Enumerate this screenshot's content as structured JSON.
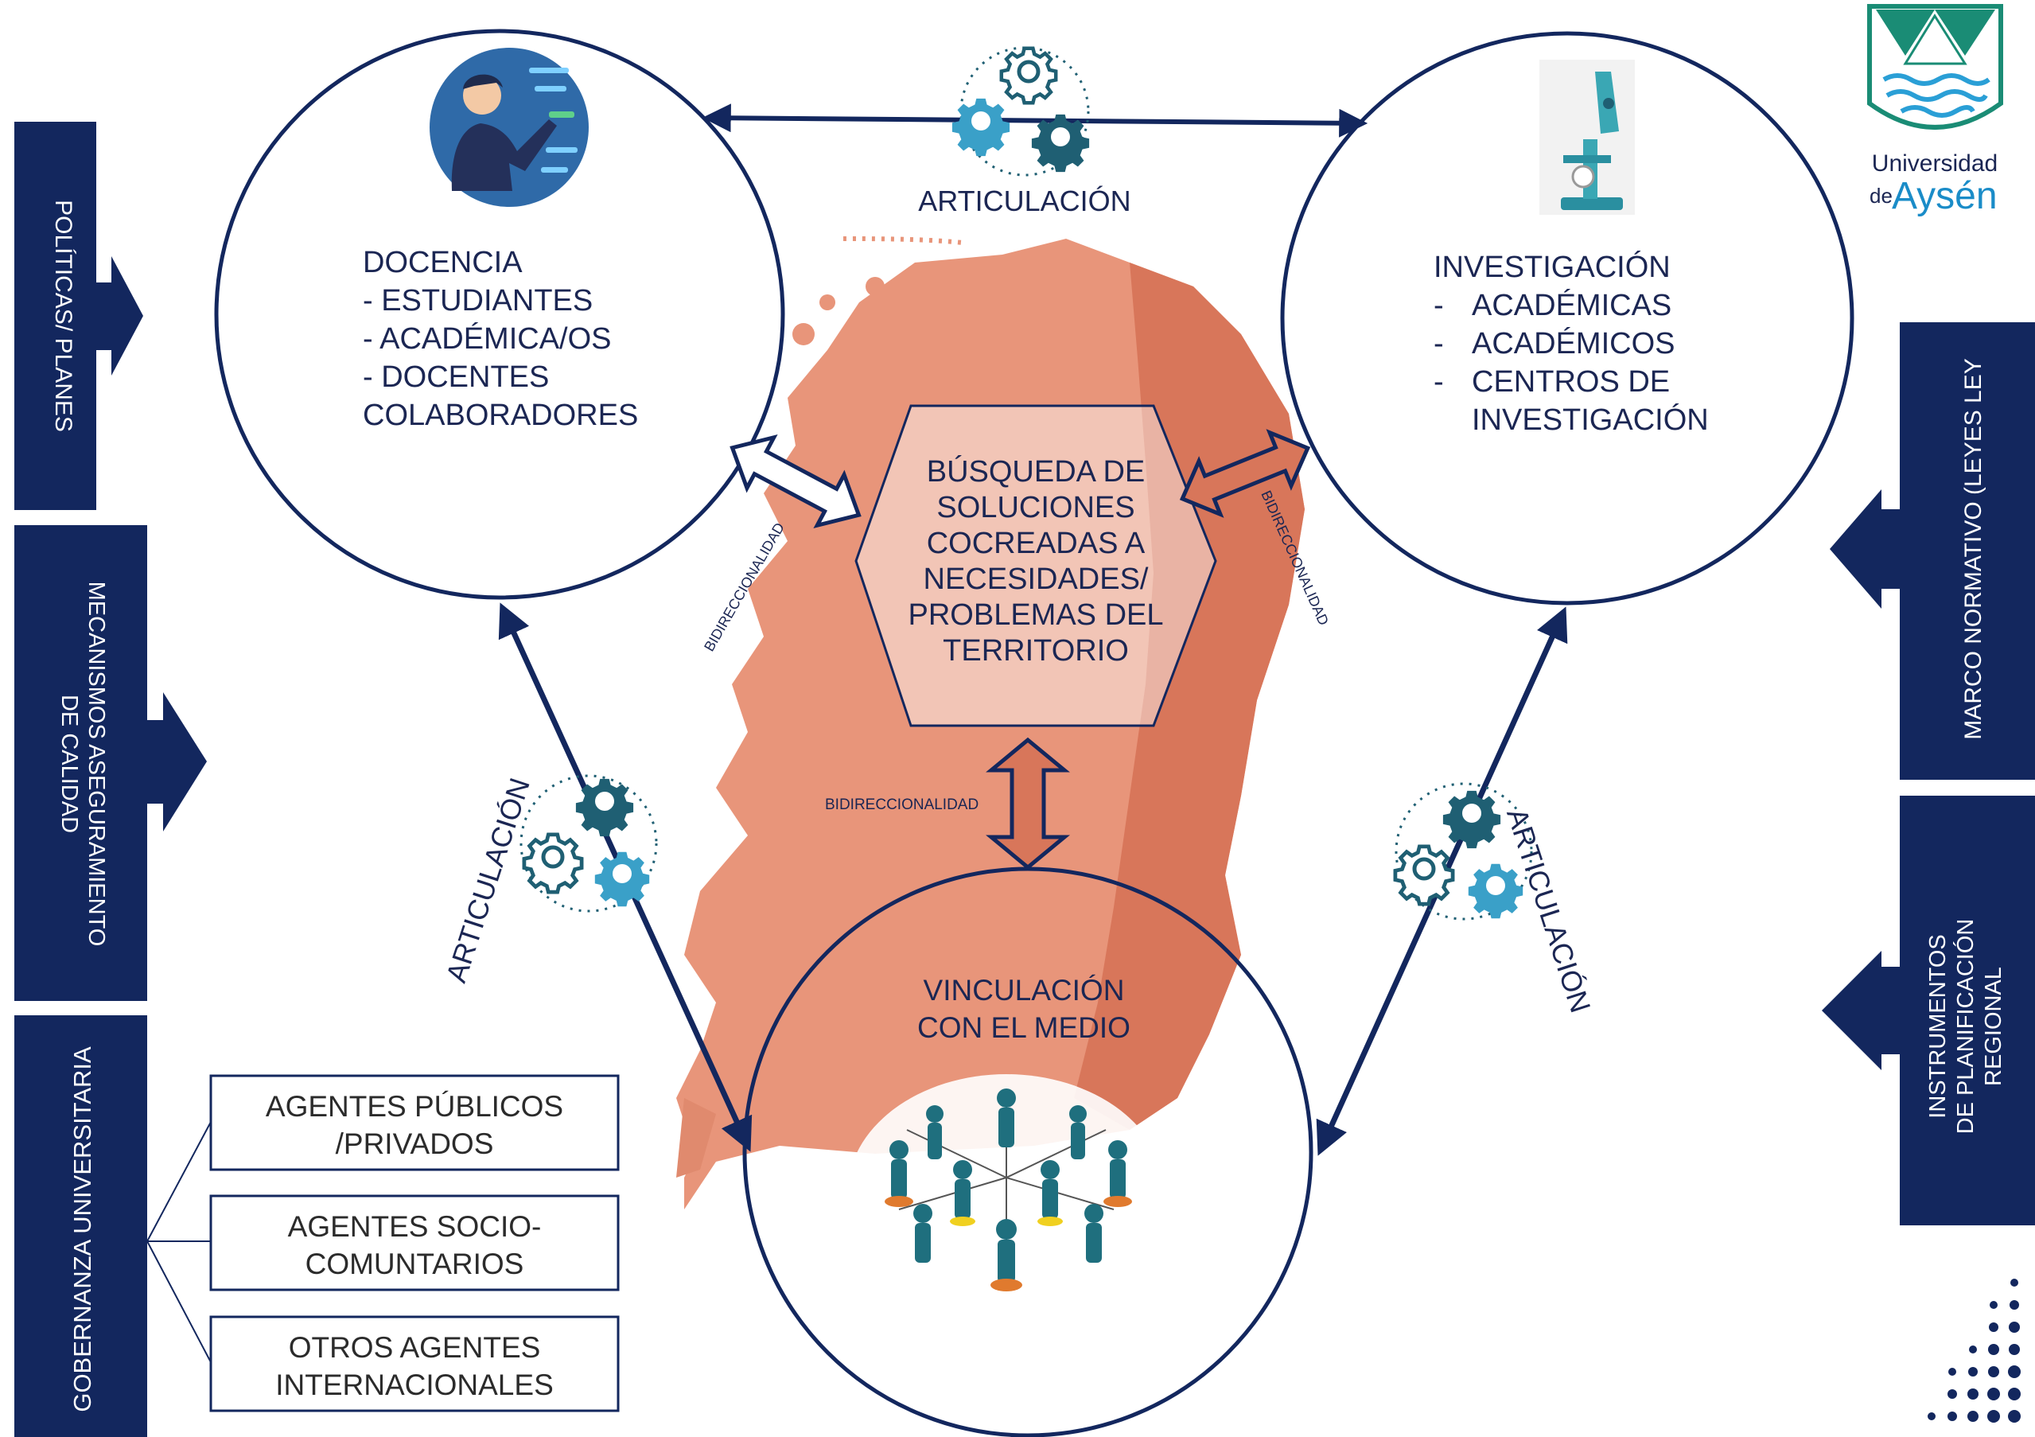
{
  "left_panels": {
    "politicas": "POLÍTICAS/ PLANES",
    "mecanismos_line1": "MECANISMOS ASEGURAMIENTO",
    "mecanismos_line2": "DE CALIDAD",
    "gobernanza": "GOBERNANZA UNIVERSITARIA"
  },
  "right_panels": {
    "marco": "MARCO NORMATIVO (LEYES LEY",
    "instrumentos_line1": "INSTRUMENTOS",
    "instrumentos_line2": "DE PLANIFICACIÓN",
    "instrumentos_line3": "REGIONAL"
  },
  "logo": {
    "line1": "Universidad",
    "line2_prefix": "de",
    "line2_main": "Aysén"
  },
  "docencia": {
    "title": "DOCENCIA",
    "items": [
      "- ESTUDIANTES",
      "- ACADÉMICA/OS",
      "- DOCENTES",
      "COLABORADORES"
    ]
  },
  "investigacion": {
    "title": "INVESTIGACIÓN",
    "items": [
      "ACADÉMICAS",
      "ACADÉMICOS",
      "CENTROS DE",
      "INVESTIGACIÓN"
    ],
    "bullet": "-"
  },
  "vinculacion": {
    "line1": "VINCULACIÓN",
    "line2": "CON EL MEDIO"
  },
  "center": {
    "lines": [
      "BÚSQUEDA DE",
      "SOLUCIONES",
      "COCREADAS A",
      "NECESIDADES/",
      "PROBLEMAS DEL",
      "TERRITORIO"
    ]
  },
  "labels": {
    "articulacion": "ARTICULACIÓN",
    "bidireccionalidad": "BIDIRECCIONALIDAD"
  },
  "agents": [
    {
      "line1": "AGENTES PÚBLICOS",
      "line2": "/PRIVADOS"
    },
    {
      "line1": "AGENTES SOCIO-",
      "line2": "COMUNTARIOS"
    },
    {
      "line1": "OTROS AGENTES",
      "line2": "INTERNACIONALES"
    }
  ],
  "colors": {
    "navy": "#13275e",
    "map_light": "#e8957a",
    "map_dark": "#d8765a",
    "gear_teal": "#1f5f73",
    "gear_light": "#3aa0c8"
  }
}
